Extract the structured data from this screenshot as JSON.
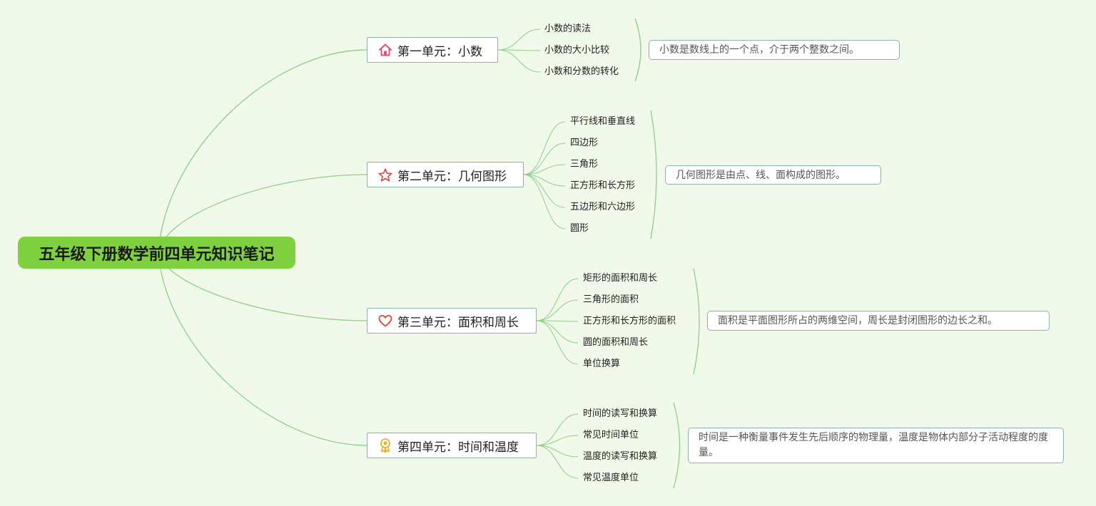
{
  "title": "五年级下册数学前四单元知识笔记",
  "colors": {
    "background": "#f1f9ea",
    "root": "#80d140",
    "line": "#8ccf8a",
    "border": "#8fb0aa"
  },
  "units": [
    {
      "label": "第一单元：小数",
      "icon": "house-icon",
      "topics": [
        "小数的读法",
        "小数的大小比较",
        "小数和分数的转化"
      ],
      "summary": "小数是数线上的一个点，介于两个整数之间。"
    },
    {
      "label": "第二单元：几何图形",
      "icon": "star-icon",
      "topics": [
        "平行线和垂直线",
        "四边形",
        "三角形",
        "正方形和长方形",
        "五边形和六边形",
        "圆形"
      ],
      "summary": "几何图形是由点、线、面构成的图形。"
    },
    {
      "label": "第三单元：面积和周长",
      "icon": "heart-icon",
      "topics": [
        "矩形的面积和周长",
        "三角形的面积",
        "正方形和长方形的面积",
        "圆的面积和周长",
        "单位换算"
      ],
      "summary": "面积是平面图形所占的两维空间，周长是封闭图形的边长之和。"
    },
    {
      "label": "第四单元：时间和温度",
      "icon": "medal-icon",
      "topics": [
        "时间的读写和换算",
        "常见时间单位",
        "温度的读写和换算",
        "常见温度单位"
      ],
      "summary": "时间是一种衡量事件发生先后顺序的物理量，温度是物体内部分子活动程度的度量。"
    }
  ]
}
